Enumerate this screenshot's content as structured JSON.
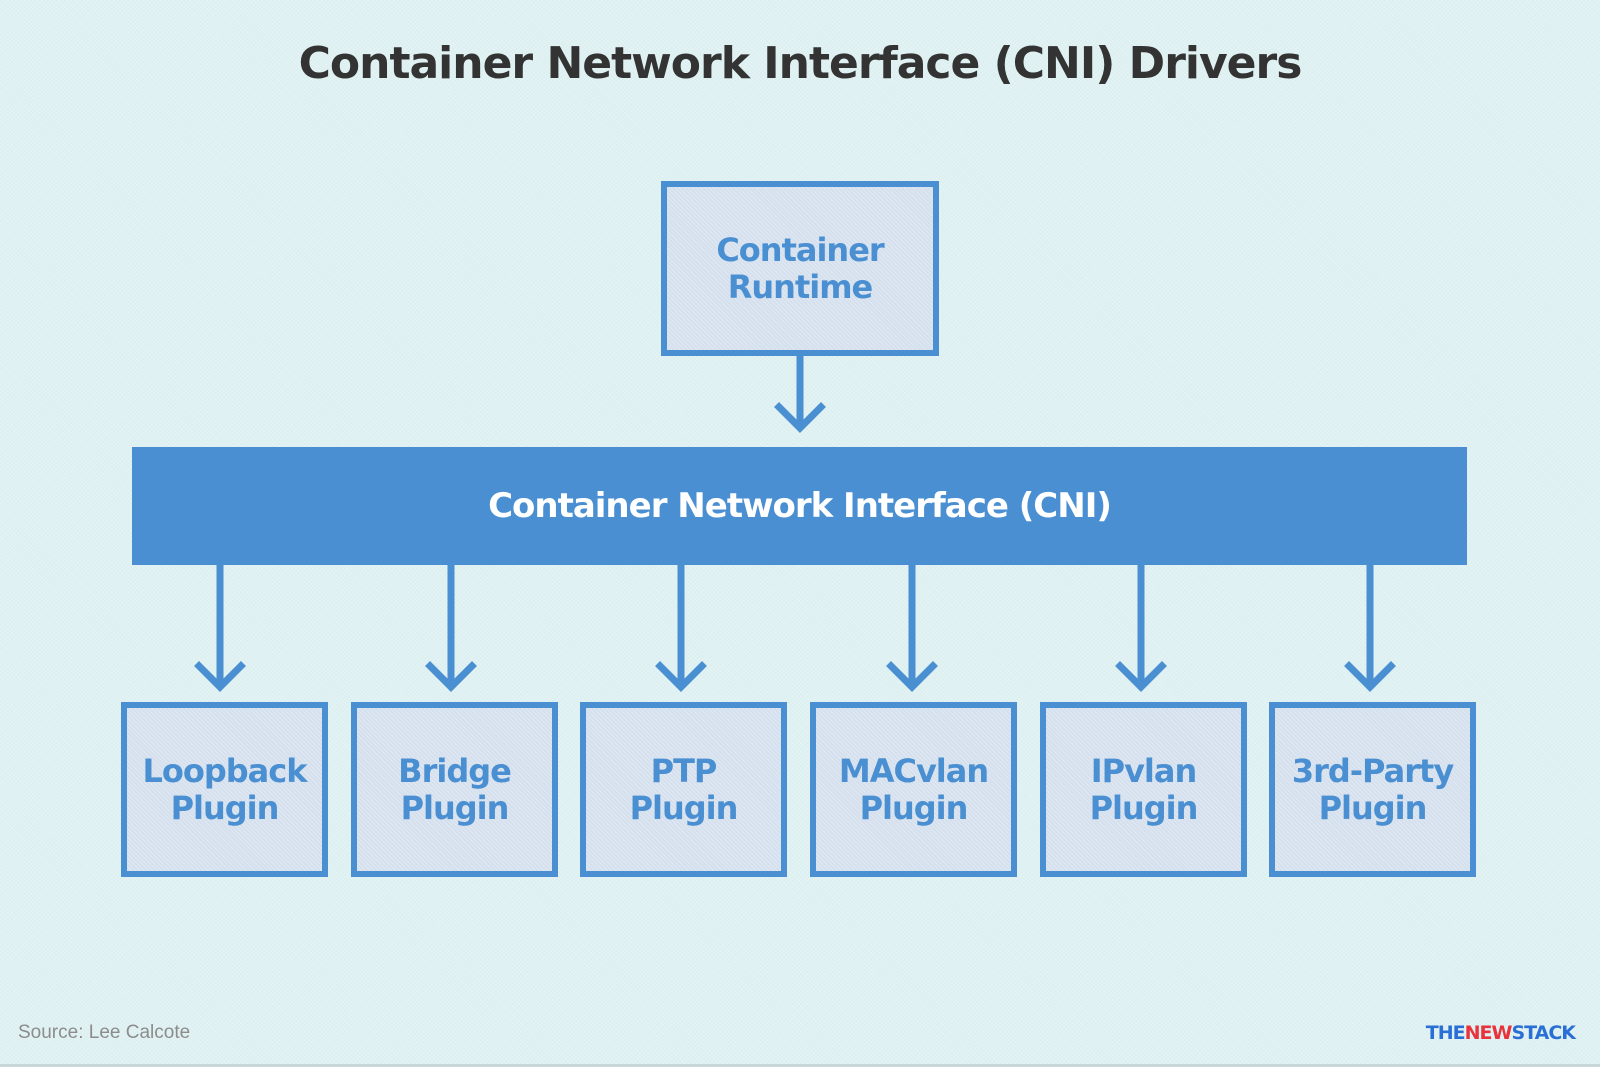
{
  "title": "Container Network Interface (CNI) Drivers",
  "runtime_box": {
    "label": "Container\nRuntime"
  },
  "cni_bar": {
    "label": "Container Network Interface (CNI)"
  },
  "plugins": [
    {
      "label": "Loopback\nPlugin"
    },
    {
      "label": "Bridge\nPlugin"
    },
    {
      "label": "PTP\nPlugin"
    },
    {
      "label": "MACvlan\nPlugin"
    },
    {
      "label": "IPvlan\nPlugin"
    },
    {
      "label": "3rd-Party\nPlugin"
    }
  ],
  "source": "Source: Lee Calcote",
  "logo": {
    "part1": "THE",
    "part2": "NEW",
    "part3": "STACK"
  },
  "colors": {
    "accent": "#4a8fd1",
    "title": "#333333",
    "background": "#dff1f2",
    "box_fill": "#d5e0ee",
    "logo_blue": "#2a6fd6",
    "logo_red": "#e8323c"
  }
}
